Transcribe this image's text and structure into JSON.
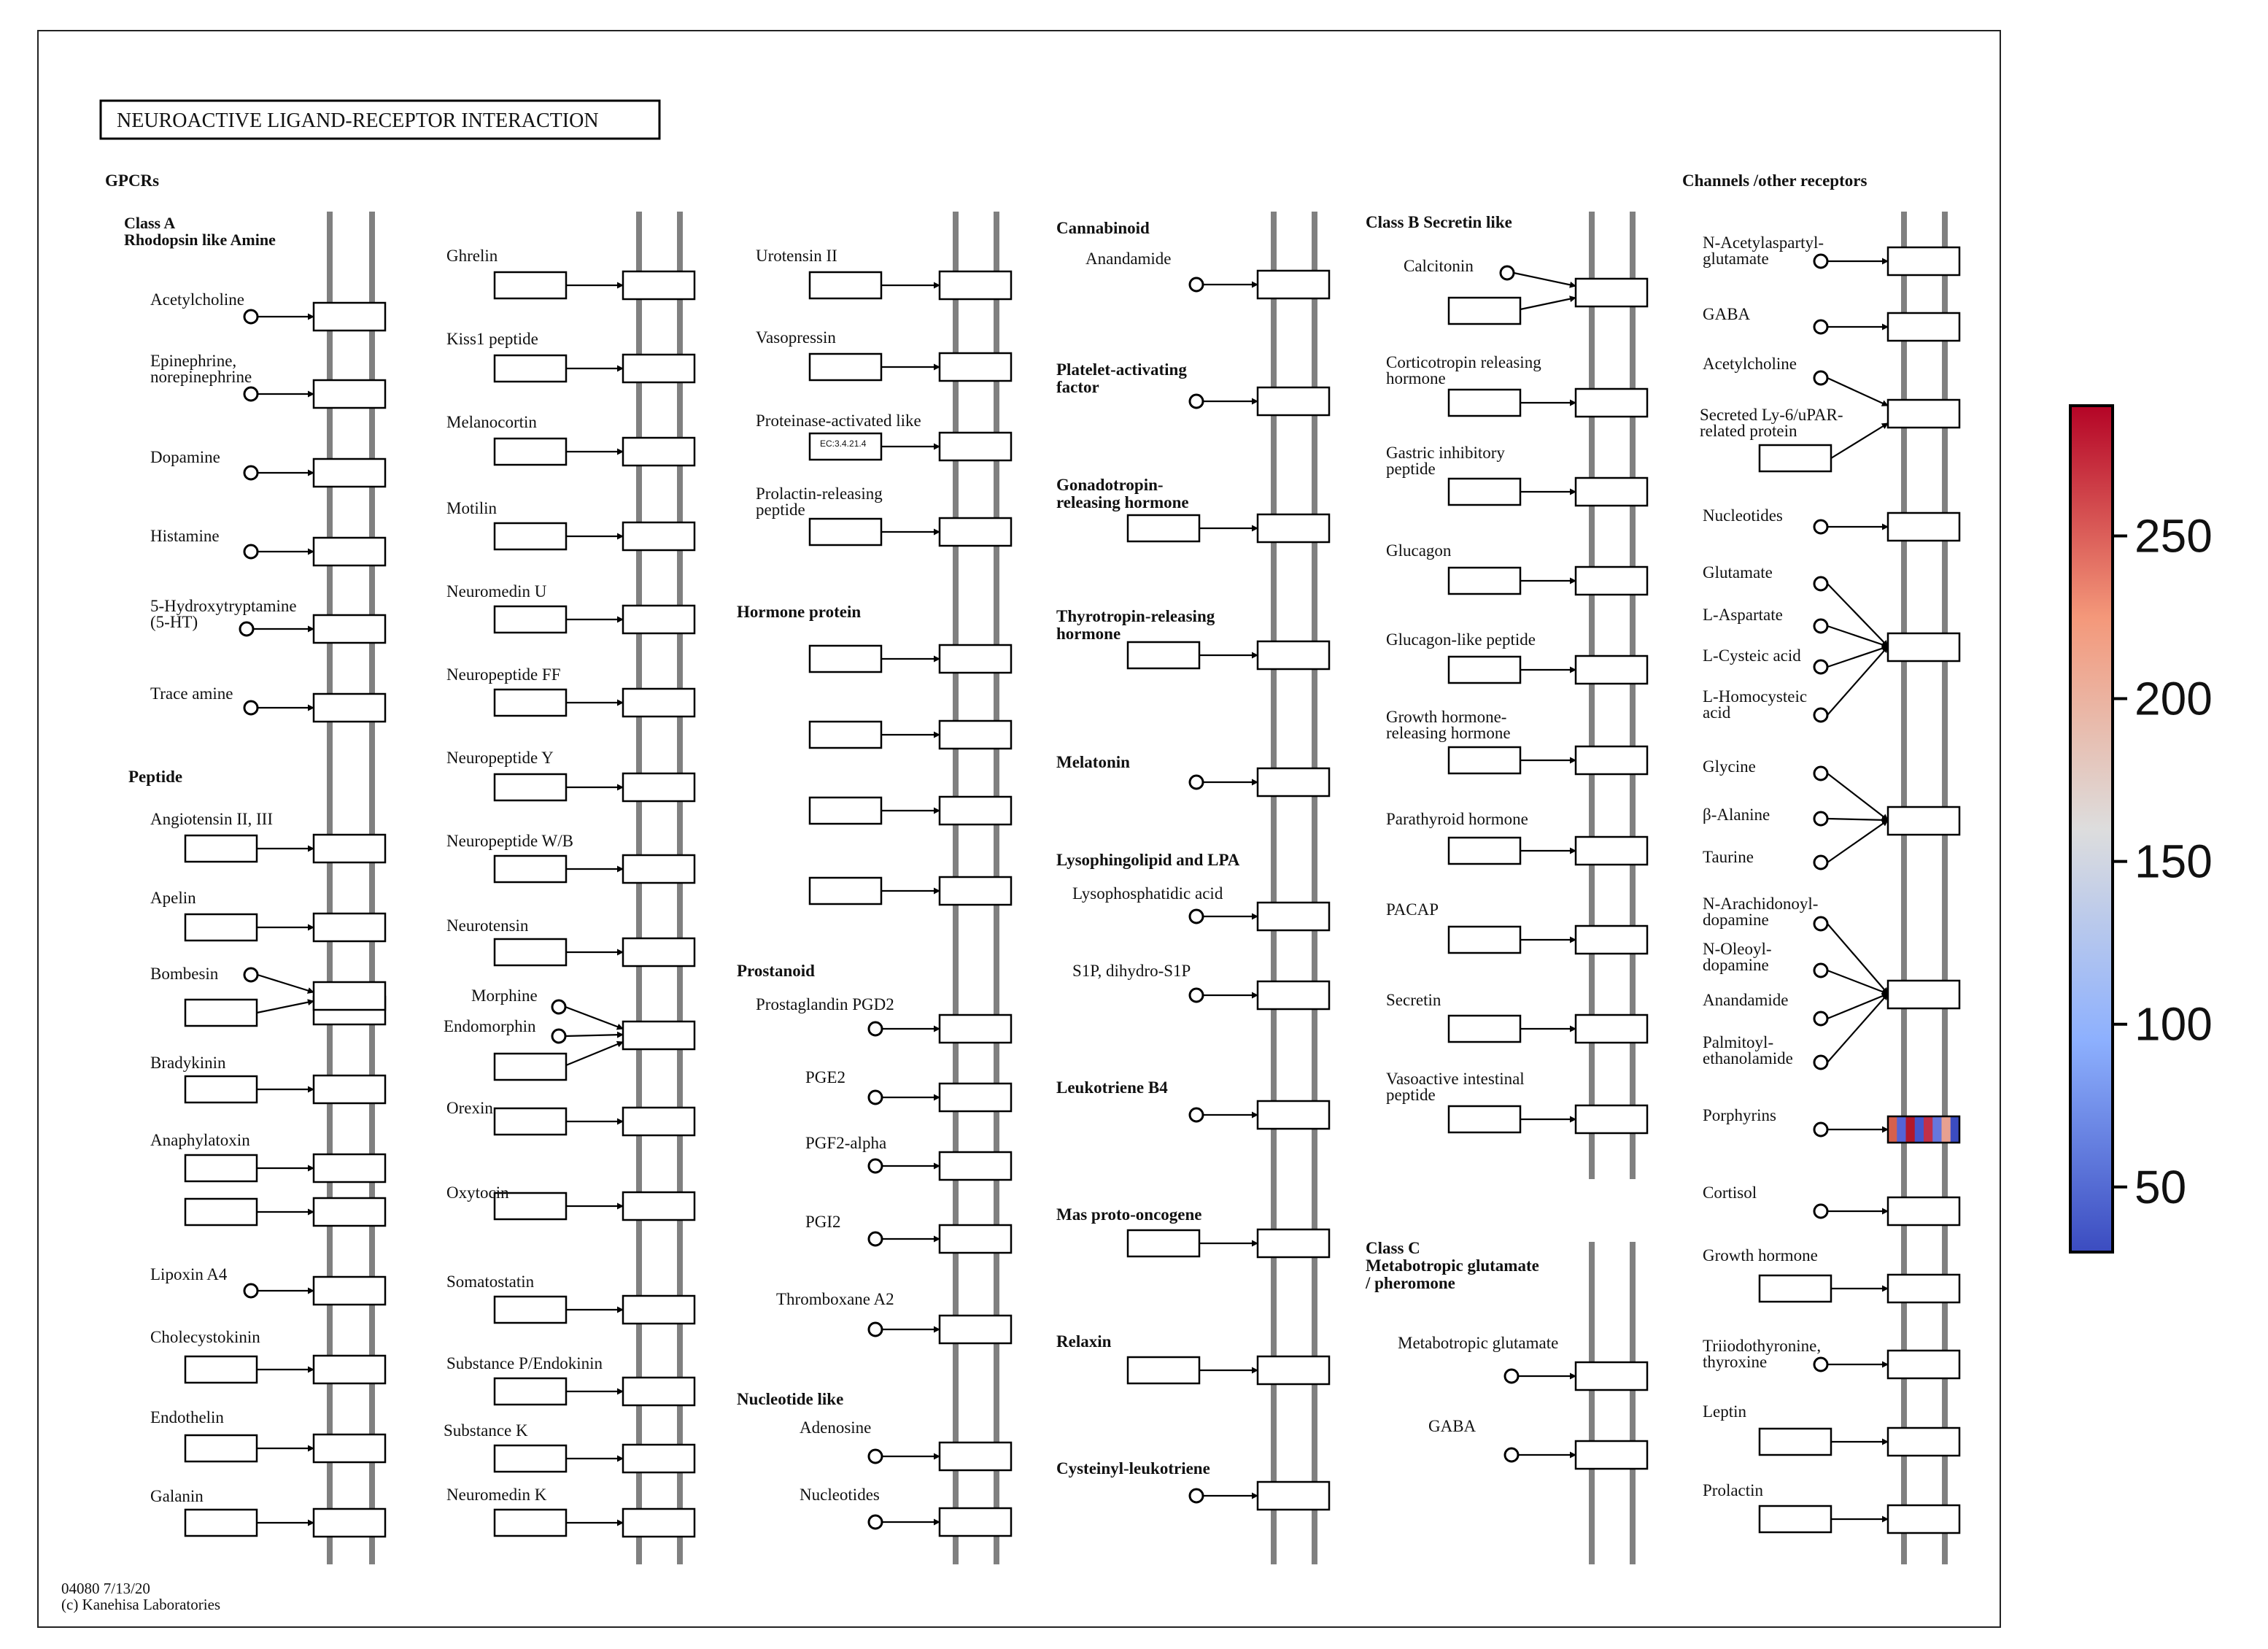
{
  "title": "NEUROACTIVE LIGAND-RECEPTOR INTERACTION",
  "footer": {
    "map_id": "04080 7/13/20",
    "copyright": "(c) Kanehisa Laboratories"
  },
  "colorbar": {
    "ticks": [
      "250",
      "200",
      "150",
      "100",
      "50"
    ],
    "min": 30,
    "max": 290,
    "low_color": "#3b4cc0",
    "mid_color": "#dddddd",
    "high_color": "#b40426"
  },
  "sections": {
    "gpcrs": "GPCRs",
    "class_a": "Class A",
    "rhodopsin": "Rhodopsin like Amine",
    "peptide": "Peptide",
    "hormone_protein": "Hormone protein",
    "prostanoid": "Prostanoid",
    "nucleotide_like": "Nucleotide like",
    "cannabinoid": "Cannabinoid",
    "platelet_1": "Platelet-activating",
    "platelet_2": "factor",
    "gonado_1": "Gonadotropin-",
    "gonado_2": "releasing hormone",
    "thyro_1": "Thyrotropin-releasing",
    "thyro_2": "hormone",
    "melatonin": "Melatonin",
    "lyso": "Lysophingolipid and LPA",
    "leukotriene_b4": "Leukotriene B4",
    "mas": "Mas proto-oncogene",
    "relaxin": "Relaxin",
    "cysteinyl": "Cysteinyl-leukotriene",
    "class_b": "Class B Secretin like",
    "class_c_1": "Class C",
    "class_c_2": "Metabotropic glutamate",
    "class_c_3": "/ pheromone",
    "channels": "Channels /other receptors"
  },
  "ec_label": "EC:3.4.21.4",
  "col1": {
    "acetylcholine": "Acetylcholine",
    "epinephrine_1": "Epinephrine,",
    "epinephrine_2": "norepinephrine",
    "dopamine": "Dopamine",
    "histamine": "Histamine",
    "ht_1": "5-Hydroxytryptamine",
    "ht_2": "(5-HT)",
    "trace": "Trace amine",
    "angiotensin": "Angiotensin II, III",
    "apelin": "Apelin",
    "bombesin": "Bombesin",
    "bradykinin": "Bradykinin",
    "anaphylatoxin": "Anaphylatoxin",
    "lipoxin": "Lipoxin A4",
    "cholecystokinin": "Cholecystokinin",
    "endothelin": "Endothelin",
    "galanin": "Galanin"
  },
  "col2": {
    "ghrelin": "Ghrelin",
    "kiss1": "Kiss1 peptide",
    "melanocortin": "Melanocortin",
    "motilin": "Motilin",
    "neuromedin_u": "Neuromedin U",
    "npff": "Neuropeptide FF",
    "npy": "Neuropeptide Y",
    "npwb": "Neuropeptide W/B",
    "neurotensin": "Neurotensin",
    "morphine": "Morphine",
    "endomorphin": "Endomorphin",
    "orexin": "Orexin",
    "oxytocin": "Oxytocin",
    "somatostatin": "Somatostatin",
    "substance_p": "Substance P/Endokinin",
    "substance_k": "Substance K",
    "neuromedin_k": "Neuromedin K"
  },
  "col3": {
    "urotensin": "Urotensin II",
    "vasopressin": "Vasopressin",
    "proteinase": "Proteinase-activated like",
    "prolactin_rel_1": "Prolactin-releasing",
    "prolactin_rel_2": "peptide",
    "pgd2": "Prostaglandin PGD2",
    "pge2": "PGE2",
    "pgf2": "PGF2-alpha",
    "pgi2": "PGI2",
    "thromboxane": "Thromboxane A2",
    "adenosine": "Adenosine",
    "nucleotides": "Nucleotides"
  },
  "col4": {
    "anandamide": "Anandamide",
    "lpa": "Lysophosphatidic acid",
    "s1p": "S1P, dihydro-S1P"
  },
  "col5": {
    "calcitonin": "Calcitonin",
    "crh_1": "Corticotropin releasing",
    "crh_2": "hormone",
    "gip_1": "Gastric inhibitory",
    "gip_2": "peptide",
    "glucagon": "Glucagon",
    "glp": "Glucagon-like peptide",
    "ghrh_1": "Growth hormone-",
    "ghrh_2": "releasing hormone",
    "pth": "Parathyroid hormone",
    "pacap": "PACAP",
    "secretin": "Secretin",
    "vip_1": "Vasoactive intestinal",
    "vip_2": "peptide",
    "metabotropic": "Metabotropic glutamate",
    "gaba": "GABA"
  },
  "col6": {
    "naag_1": "N-Acetylaspartyl-",
    "naag_2": "glutamate",
    "gaba": "GABA",
    "acetylcholine": "Acetylcholine",
    "ly6_1": "Secreted Ly-6/uPAR-",
    "ly6_2": "related protein",
    "nucleotides": "Nucleotides",
    "glutamate": "Glutamate",
    "aspartate": "L-Aspartate",
    "cysteic": "L-Cysteic acid",
    "homocysteic_1": "L-Homocysteic",
    "homocysteic_2": "acid",
    "glycine": "Glycine",
    "alanine": "β-Alanine",
    "taurine": "Taurine",
    "arachidonoyl_1": "N-Arachidonoyl-",
    "arachidonoyl_2": "dopamine",
    "oleoyl_1": "N-Oleoyl-",
    "oleoyl_2": "dopamine",
    "anandamide": "Anandamide",
    "palmitoyl_1": "Palmitoyl-",
    "palmitoyl_2": "ethanolamide",
    "porphyrins": "Porphyrins",
    "cortisol": "Cortisol",
    "growth_hormone": "Growth hormone",
    "thyroxine_1": "Triiodothyronine,",
    "thyroxine_2": "thyroxine",
    "leptin": "Leptin",
    "prolactin": "Prolactin"
  },
  "highlight": {
    "label": "Porphyrins",
    "colors": [
      "#d6604d",
      "#5563d6",
      "#b2182b",
      "#4455cc",
      "#c0304a",
      "#6677dd",
      "#e8a090",
      "#3b4cc0"
    ]
  }
}
